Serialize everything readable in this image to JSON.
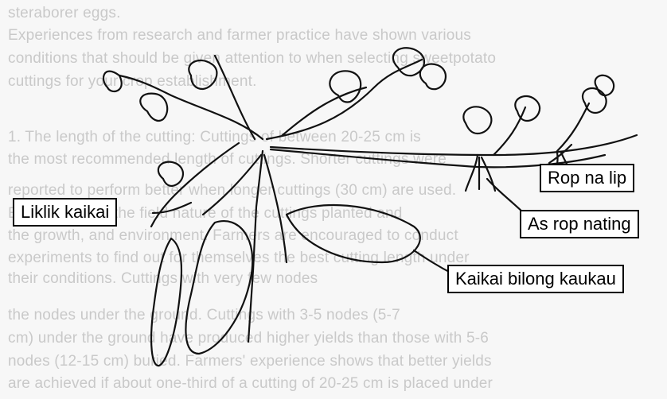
{
  "background_text": [
    "steraborer eggs.",
    "Experiences from research and farmer practice have shown various",
    "conditions that should be given attention to when selecting sweetpotato",
    "cuttings for your crop establishment.",
    "1. The length of the cutting: Cuttings of between 20-25 cm is",
    "the most recommended length of cuttings. Shorter cuttings were",
    "reported to perform better when longer cuttings (30 cm) are used.",
    "Experiences in the field nature of the cuttings planted and",
    "the growth, and environment. Farmers are encouraged to conduct",
    "experiments to find out for themselves the best cutting length under",
    "their conditions. Cuttings with very few nodes",
    "the nodes under the ground. Cuttings with 3-5 nodes (5-7",
    "cm) under the ground have produced higher yields than those with 5-6",
    "nodes (12-15 cm) buried. Farmers' experience shows that better yields",
    "are achieved if about one-third of a cutting of 20-25 cm is placed under"
  ],
  "labels": {
    "rop_na_lip": "Rop na lip",
    "as_rop_nating": "As rop nating",
    "liklik_kaikai": "Liklik kaikai",
    "kaikai_bilong_kaukau": "Kaikai bilong kaukau"
  }
}
